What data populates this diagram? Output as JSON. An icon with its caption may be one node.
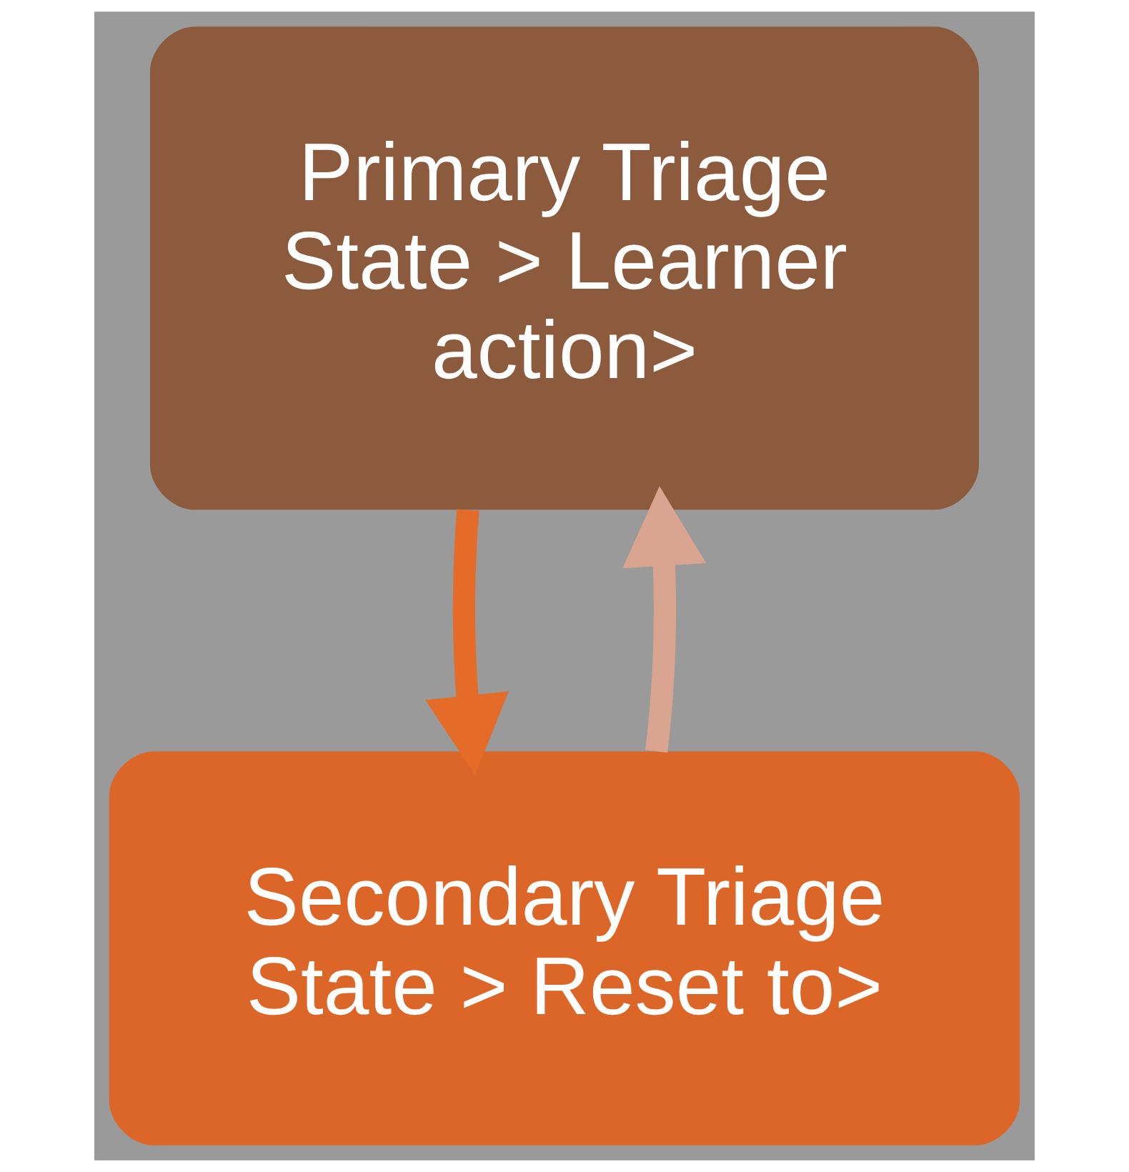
{
  "diagram": {
    "nodes": [
      {
        "text": [
          "Primary Triage State > Learner action>"
        ]
      },
      {
        "text": [
          "Secondary Triage State > Reset to>"
        ]
      }
    ],
    "edges": [
      {
        "from": 0,
        "to": 1,
        "arrow": "to",
        "color": "#e46c28"
      },
      {
        "from": 1,
        "to": 0,
        "arrow": "to",
        "color": "#d9a590"
      }
    ]
  }
}
